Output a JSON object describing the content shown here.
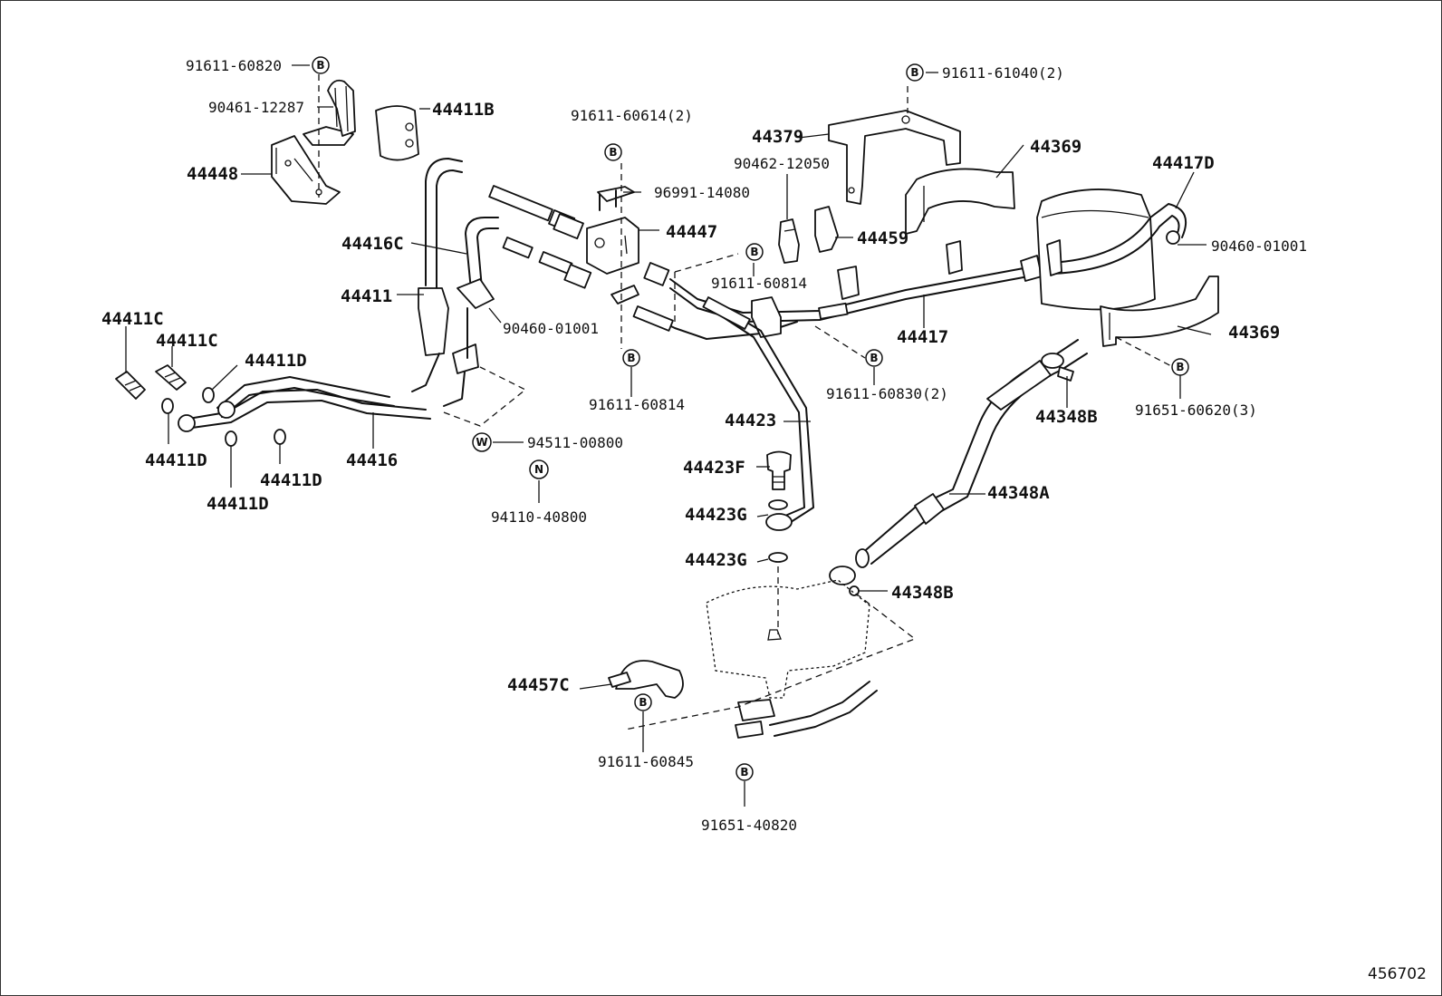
{
  "labels": {
    "p91611_60820": "91611-60820",
    "p90461_12287": "90461-12287",
    "p44411B": "44411B",
    "p44448": "44448",
    "p91611_60614": "91611-60614(2)",
    "p96991_14080": "96991-14080",
    "p44447": "44447",
    "p44416C": "44416C",
    "p44411": "44411",
    "p90460_01001_a": "90460-01001",
    "p44411C_a": "44411C",
    "p44411C_b": "44411C",
    "p44411D_a": "44411D",
    "p44411D_b": "44411D",
    "p44411D_c": "44411D",
    "p44411D_d": "44411D",
    "p44416": "44416",
    "p94511_00800": "94511-00800",
    "p94110_40800": "94110-40800",
    "p91611_60814_a": "91611-60814",
    "p91611_60814_b": "91611-60814",
    "p44379": "44379",
    "p90462_12050": "90462-12050",
    "p44459": "44459",
    "p91611_61040": "91611-61040(2)",
    "p44369_a": "44369",
    "p44369_b": "44369",
    "p44417D": "44417D",
    "p90460_01001_b": "90460-01001",
    "p44417": "44417",
    "p91611_60830": "91611-60830(2)",
    "p44423": "44423",
    "p44423F": "44423F",
    "p44423G_a": "44423G",
    "p44423G_b": "44423G",
    "p44348B_a": "44348B",
    "p44348B_b": "44348B",
    "p44348A": "44348A",
    "p91651_60620": "91651-60620(3)",
    "p44457C": "44457C",
    "p91611_60845": "91611-60845",
    "p91651_40820": "91651-40820"
  },
  "markers": {
    "bolt": "B",
    "washer": "W",
    "nut": "N"
  },
  "reference_number": "456702"
}
